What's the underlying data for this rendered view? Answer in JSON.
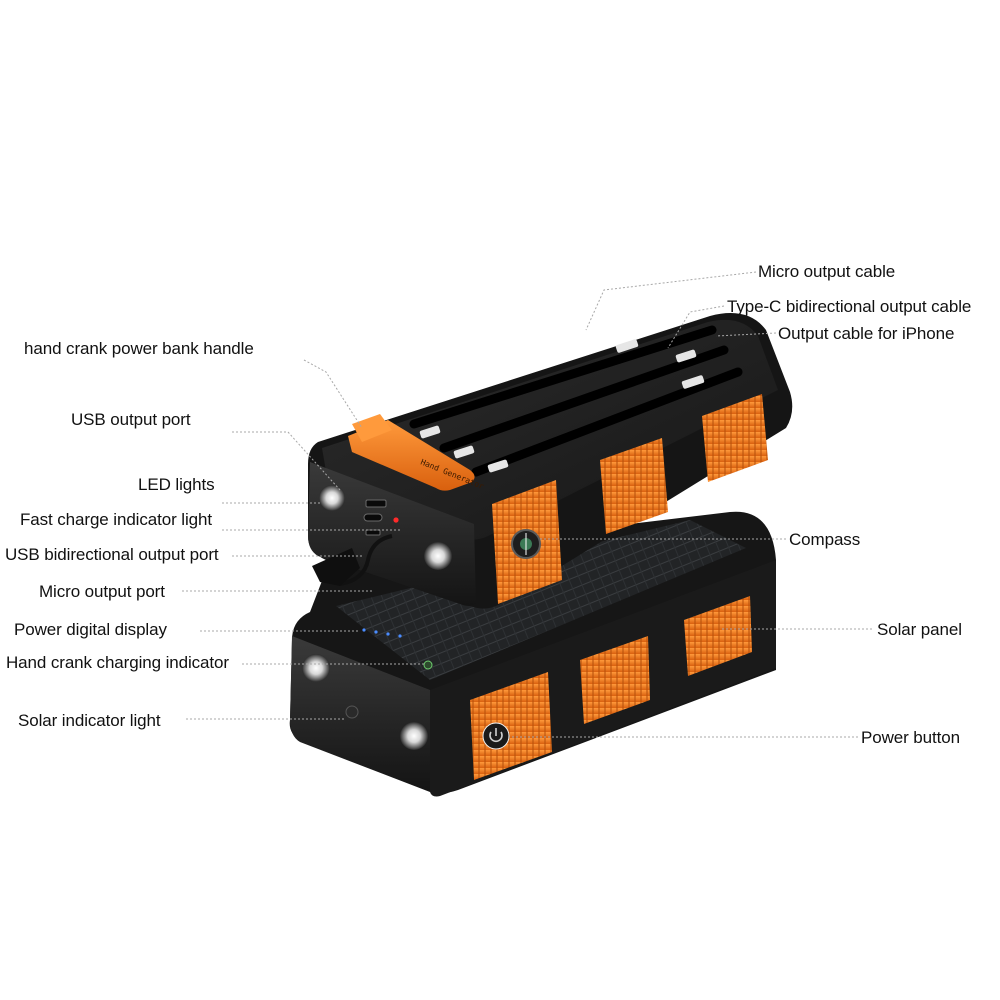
{
  "colors": {
    "body": "#1c1c1c",
    "accent": "#f07a20",
    "accent_dark": "#c85a0c",
    "text": "#111111",
    "leader": "#a8a8a8"
  },
  "labels": {
    "micro_output_cable": "Micro output cable",
    "typec_cable": "Type-C bidirectional output cable",
    "iphone_cable": "Output cable for iPhone",
    "handle": "hand crank power bank handle",
    "usb_output_port": "USB output port",
    "led_lights": "LED lights",
    "fast_charge_indicator": "Fast charge indicator light",
    "usb_bidirectional_port": "USB bidirectional output port",
    "micro_output_port": "Micro output port",
    "power_digital_display": "Power digital display",
    "hand_crank_indicator": "Hand crank charging indicator",
    "solar_indicator": "Solar indicator light",
    "compass": "Compass",
    "solar_panel": "Solar panel",
    "power_button": "Power button"
  },
  "product": {
    "handle_print": "Hand Generator"
  },
  "icons": [
    "compass-icon",
    "power-icon",
    "led-light-icon",
    "solar-sun-icon"
  ]
}
